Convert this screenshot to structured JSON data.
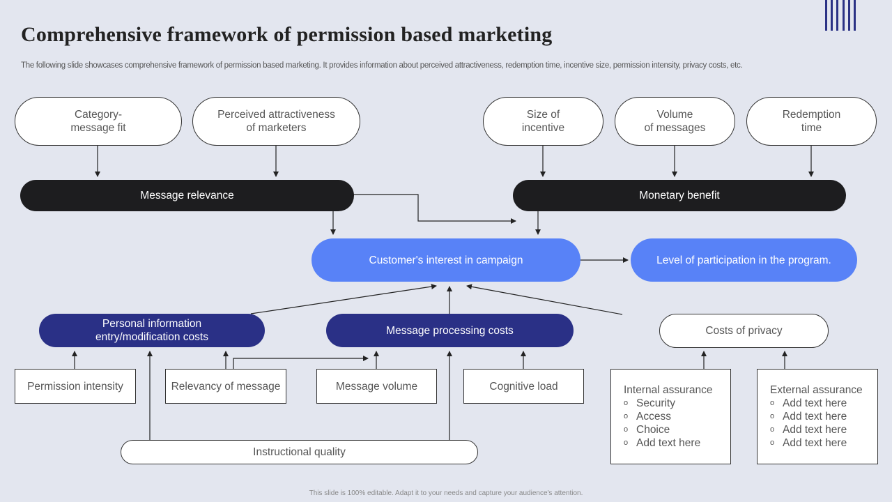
{
  "header": {
    "title": "Comprehensive framework of permission based marketing",
    "subtitle": "The following slide showcases comprehensive framework of permission based marketing. It provides information about perceived attractiveness, redemption time, incentive size, permission intensity, privacy costs, etc."
  },
  "decor": {
    "icon": "vertical-stripes-icon",
    "color": "#2b3285"
  },
  "colors": {
    "background": "#e3e6ef",
    "black": "#1d1d1f",
    "blue": "#5882f7",
    "navy": "#2a3086"
  },
  "top_factors": {
    "category_fit": [
      "Category-",
      "message fit"
    ],
    "perceived_attractiveness": [
      "Perceived attractiveness",
      "of marketers"
    ],
    "size_of_incentive": [
      "Size of",
      "incentive"
    ],
    "volume_of_messages": [
      "Volume",
      "of messages"
    ],
    "redemption_time": [
      "Redemption",
      "time"
    ]
  },
  "mid": {
    "message_relevance": "Message relevance",
    "monetary_benefit": "Monetary  benefit",
    "customer_interest": "Customer's interest in campaign",
    "participation": "Level of participation in the program."
  },
  "costs": {
    "personal_info": [
      "Personal information",
      "entry/modification  costs"
    ],
    "message_processing": "Message processing costs",
    "privacy": "Costs of privacy"
  },
  "bottom": {
    "permission_intensity": "Permission intensity",
    "relevancy": "Relevancy  of message",
    "message_volume": "Message volume",
    "cognitive_load": "Cognitive load",
    "instructional_quality": "Instructional  quality",
    "internal_assurance": {
      "heading": "Internal  assurance",
      "items": [
        "Security",
        "Access",
        "Choice",
        "Add text  here"
      ]
    },
    "external_assurance": {
      "heading": "External  assurance",
      "items": [
        "Add text here",
        "Add text here",
        "Add text here",
        "Add text here"
      ]
    },
    "bullet": "o"
  },
  "footer": "This slide is 100% editable.  Adapt it to your needs and capture your audience's attention."
}
